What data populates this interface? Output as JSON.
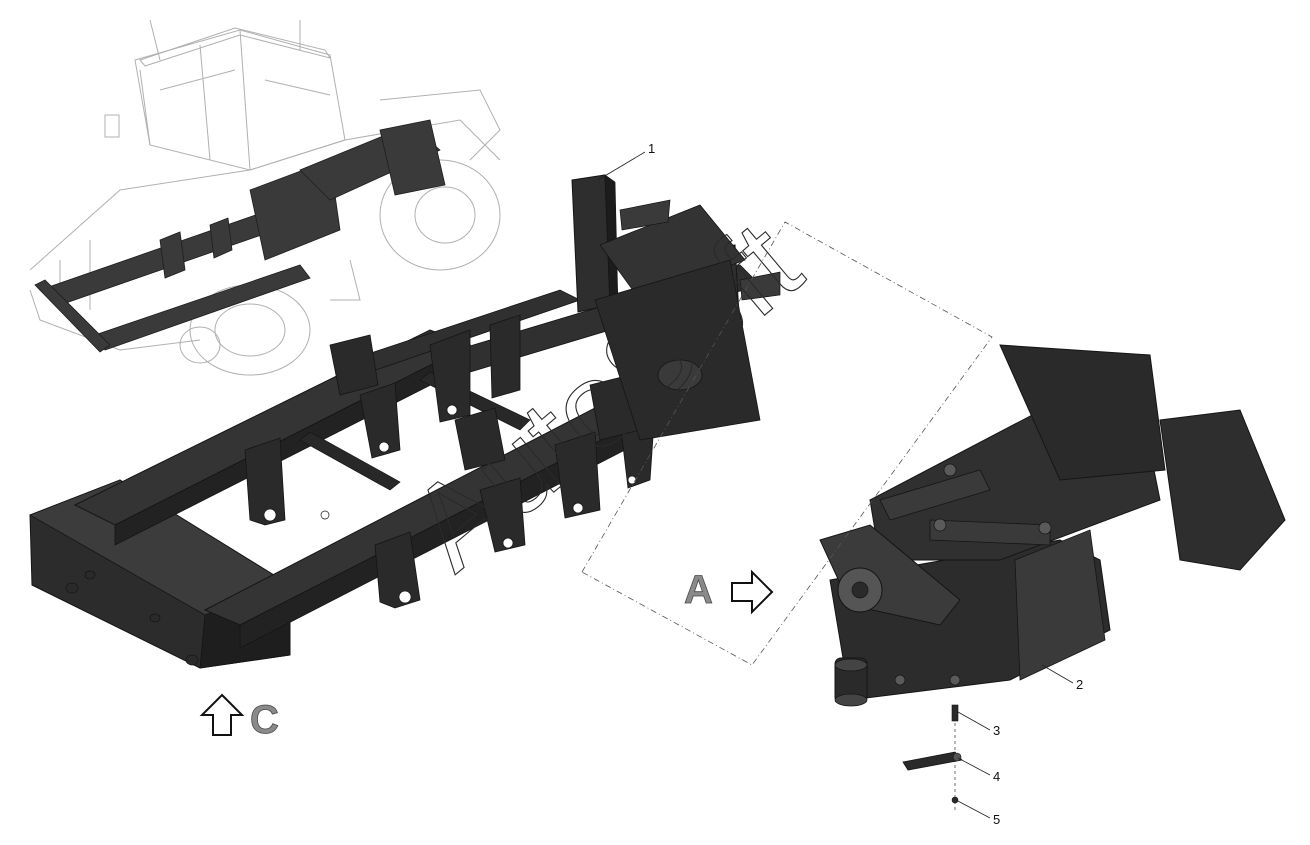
{
  "callouts": [
    {
      "id": "1",
      "label": "1"
    },
    {
      "id": "2",
      "label": "2"
    },
    {
      "id": "3",
      "label": "3"
    },
    {
      "id": "4",
      "label": "4"
    },
    {
      "id": "5",
      "label": "5"
    }
  ],
  "view_markers": {
    "a": {
      "letter": "A"
    },
    "c": {
      "letter": "C"
    }
  },
  "watermark": {
    "text": "AutoSoft"
  },
  "corner_code": "",
  "colors": {
    "frame": "#2c2c2c",
    "frame_dark": "#1e1e1e",
    "frame_light": "#4a4a4a",
    "tractor_outline": "#a8a8a8",
    "view_letter_fill": "#8a8a8a",
    "leader": "#222222"
  }
}
